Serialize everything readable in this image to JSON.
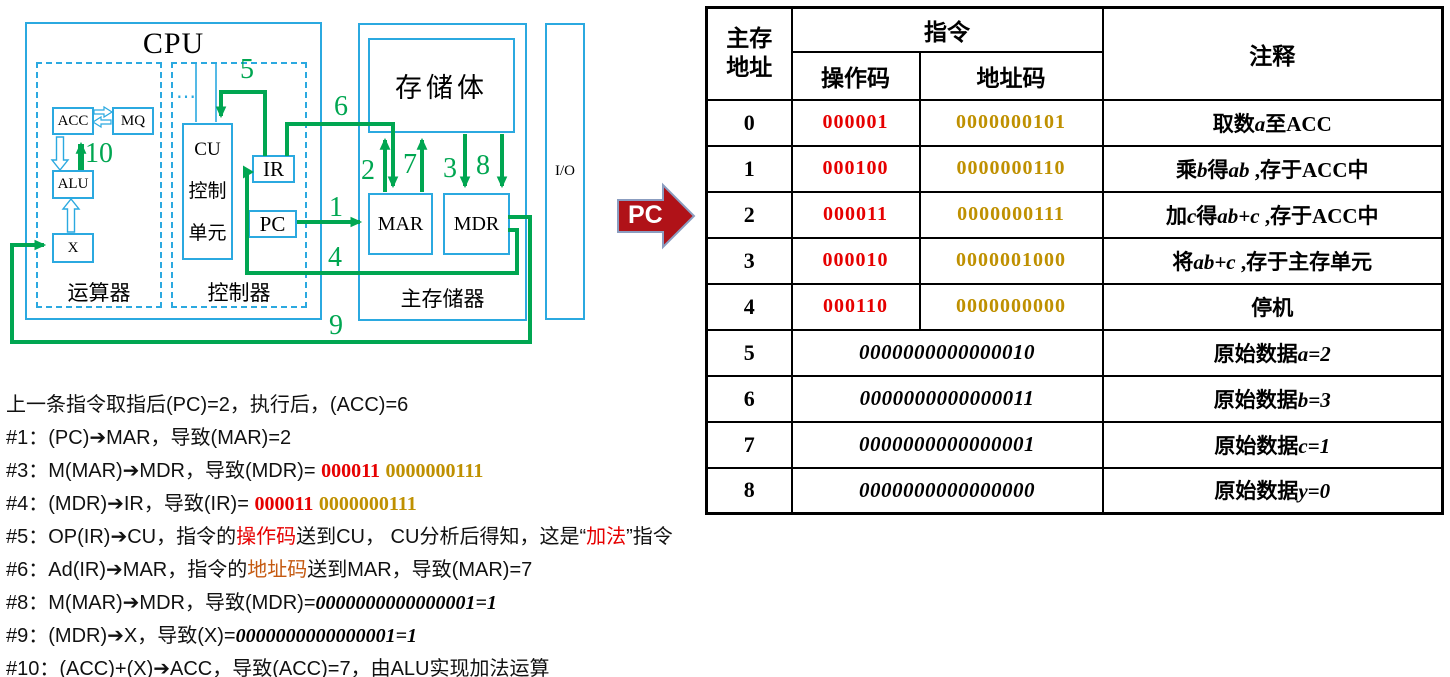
{
  "colors": {
    "box_blue": "#2BA9E0",
    "wire_green": "#00A651",
    "opcode_red": "#E60000",
    "addrcode_gold": "#BF9000",
    "addr_word_orange": "#C55A11",
    "pc_arrow_red": "#B01218"
  },
  "diagram": {
    "cpu_title": "CPU",
    "alu_section": "运算器",
    "ctl_section": "控制器",
    "mem_section": "主存储器",
    "acc": "ACC",
    "mq": "MQ",
    "alu": "ALU",
    "x": "X",
    "cu_lines": [
      "CU",
      "控制",
      "单元"
    ],
    "ir": "IR",
    "pc": "PC",
    "storage": "存储体",
    "mar": "MAR",
    "mdr": "MDR",
    "io": "I/O",
    "dots": "⋯",
    "wire_labels": {
      "w1": "1",
      "w2": "2",
      "w3": "3",
      "w4": "4",
      "w5": "5",
      "w6": "6",
      "w7": "7",
      "w8": "8",
      "w9": "9",
      "w10": "10"
    }
  },
  "pc_arrow": {
    "label": "PC"
  },
  "table": {
    "header": {
      "addr_l1": "主存",
      "addr_l2": "地址",
      "instruction": "指令",
      "opcode": "操作码",
      "address_code": "地址码",
      "comment": "注释"
    },
    "rows": [
      {
        "addr": "0",
        "opcode": "000001",
        "acode": "0000000101",
        "comment": [
          [
            "取数"
          ],
          [
            "a",
            "iv"
          ],
          [
            "至ACC"
          ]
        ]
      },
      {
        "addr": "1",
        "opcode": "000100",
        "acode": "0000000110",
        "comment": [
          [
            "乘"
          ],
          [
            "b",
            "iv"
          ],
          [
            "得"
          ],
          [
            "ab",
            "iv"
          ],
          [
            " ,存于ACC中"
          ]
        ]
      },
      {
        "addr": "2",
        "opcode": "000011",
        "acode": "0000000111",
        "comment": [
          [
            "加"
          ],
          [
            "c",
            "iv"
          ],
          [
            "得"
          ],
          [
            "ab+c",
            "iv"
          ],
          [
            " ,存于ACC中"
          ]
        ]
      },
      {
        "addr": "3",
        "opcode": "000010",
        "acode": "0000001000",
        "comment": [
          [
            "将"
          ],
          [
            "ab+c",
            "iv"
          ],
          [
            " ,存于主存单元"
          ]
        ]
      },
      {
        "addr": "4",
        "opcode": "000110",
        "acode": "0000000000",
        "comment": [
          [
            "停机"
          ]
        ]
      },
      {
        "addr": "5",
        "data": "0000000000000010",
        "comment": [
          [
            "原始数据"
          ],
          [
            "a=2",
            "iv"
          ]
        ]
      },
      {
        "addr": "6",
        "data": "0000000000000011",
        "comment": [
          [
            "原始数据"
          ],
          [
            "b=3",
            "iv"
          ]
        ]
      },
      {
        "addr": "7",
        "data": "0000000000000001",
        "comment": [
          [
            "原始数据"
          ],
          [
            "c=1",
            "iv"
          ]
        ]
      },
      {
        "addr": "8",
        "data": "0000000000000000",
        "comment": [
          [
            "原始数据"
          ],
          [
            "y=0",
            "iv"
          ]
        ]
      }
    ]
  },
  "notes": {
    "lines": [
      [
        [
          "上一条指令取指后(PC)=2，执行后，(ACC)=6"
        ]
      ],
      [
        [
          "#1：(PC)➔MAR，导致(MAR)=2"
        ]
      ],
      [
        [
          "#3：M(MAR)➔MDR，导致(MDR)= "
        ],
        [
          "000011",
          "red-num"
        ],
        [
          " "
        ],
        [
          "0000000111",
          "gold-num"
        ]
      ],
      [
        [
          "#4：(MDR)➔IR，导致(IR)= "
        ],
        [
          "000011",
          "red-num"
        ],
        [
          " "
        ],
        [
          "0000000111",
          "gold-num"
        ]
      ],
      [
        [
          "#5：OP(IR)➔CU，指令的"
        ],
        [
          "操作码",
          "red-word"
        ],
        [
          "送到CU， CU分析后得知，这是“"
        ],
        [
          "加法",
          "red-word"
        ],
        [
          "”指令"
        ]
      ],
      [
        [
          "#6：Ad(IR)➔MAR，指令的"
        ],
        [
          "地址码",
          "orange-word"
        ],
        [
          "送到MAR，导致(MAR)=7"
        ]
      ],
      [
        [
          "#8：M(MAR)➔MDR，导致(MDR)="
        ],
        [
          "0000000000000001=1",
          "bin"
        ]
      ],
      [
        [
          "#9：(MDR)➔X，导致(X)="
        ],
        [
          "0000000000000001=1",
          "bin"
        ]
      ],
      [
        [
          "#10：(ACC)+(X)➔ACC，导致(ACC)=7，由ALU实现加法运算"
        ]
      ]
    ]
  }
}
